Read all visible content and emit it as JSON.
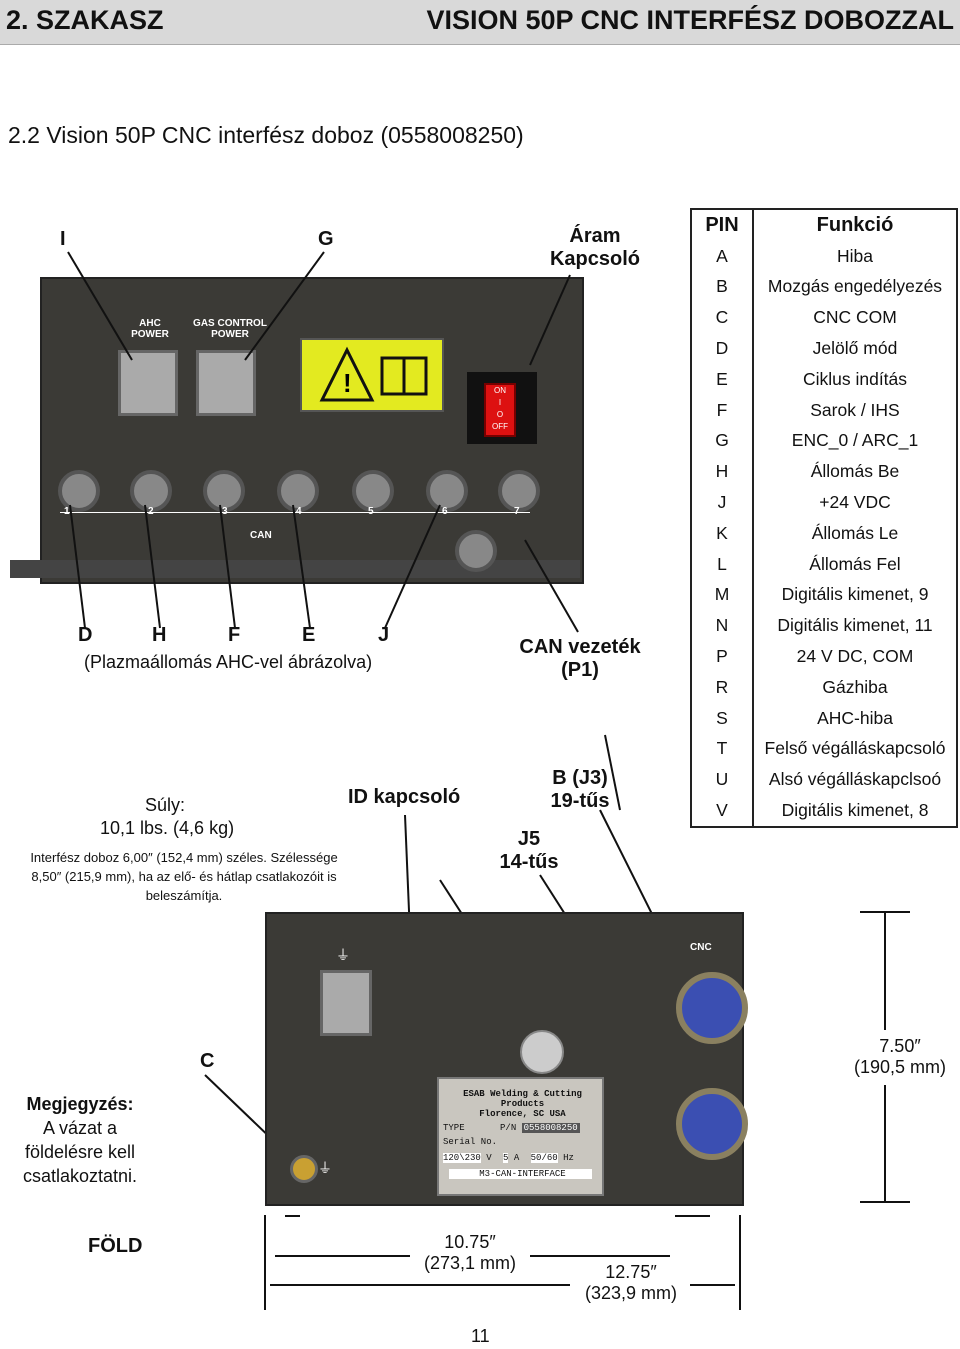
{
  "header": {
    "section": "2. SZAKASZ",
    "title": "VISION 50P CNC INTERFÉSZ DOBOZZAL"
  },
  "subtitle": "2.2 Vision 50P CNC interfész doboz (0558008250)",
  "top_labels": {
    "I": "I",
    "G": "G",
    "aram_line1": "Áram",
    "aram_line2": "Kapcsoló",
    "D": "D",
    "H": "H",
    "F": "F",
    "E": "E",
    "J": "J",
    "plazma": "(Plazmaállomás AHC-vel ábrázolva)",
    "can_vezetek_line1": "CAN vezeték",
    "can_vezetek_line2": "(P1)",
    "suly_label": "Súly:",
    "suly_value": "10,1 lbs. (4,6 kg)",
    "dim_note_line1": "Interfész doboz 6,00″ (152,4 mm) széles. Szélessége",
    "dim_note_line2": "8,50″ (215,9 mm), ha az elő- és hátlap csatlakozóit is",
    "dim_note_line3": "beleszámítja.",
    "id_kapcsolo": "ID kapcsoló",
    "b_j3_line1": "B  (J3)",
    "b_j3_line2": "19-tűs",
    "j5_line1": "J5",
    "j5_line2": "14-tűs"
  },
  "panel_top": {
    "ahc_label_1": "AHC",
    "ahc_label_2": "POWER",
    "gas_label_1": "GAS CONTROL",
    "gas_label_2": "POWER",
    "switch_on": "ON",
    "switch_i": "I",
    "switch_o": "O",
    "switch_off": "OFF",
    "ports": [
      "1",
      "2",
      "3",
      "4",
      "5",
      "6",
      "7"
    ],
    "can_label": "CAN"
  },
  "pin_table": {
    "header_pin": "PIN",
    "header_func": "Funkció",
    "rows": [
      {
        "pin": "A",
        "func": "Hiba"
      },
      {
        "pin": "B",
        "func": "Mozgás engedélyezés"
      },
      {
        "pin": "C",
        "func": "CNC COM"
      },
      {
        "pin": "D",
        "func": "Jelölő mód"
      },
      {
        "pin": "E",
        "func": "Ciklus indítás"
      },
      {
        "pin": "F",
        "func": "Sarok / IHS"
      },
      {
        "pin": "G",
        "func": "ENC_0 / ARC_1"
      },
      {
        "pin": "H",
        "func": "Állomás Be"
      },
      {
        "pin": "J",
        "func": "+24 VDC"
      },
      {
        "pin": "K",
        "func": "Állomás Le"
      },
      {
        "pin": "L",
        "func": "Állomás Fel"
      },
      {
        "pin": "M",
        "func": "Digitális kimenet, 9"
      },
      {
        "pin": "N",
        "func": "Digitális kimenet, 11"
      },
      {
        "pin": "P",
        "func": "24 V DC, COM"
      },
      {
        "pin": "R",
        "func": "Gázhiba"
      },
      {
        "pin": "S",
        "func": "AHC-hiba"
      },
      {
        "pin": "T",
        "func": "Felső végálláskapcsoló"
      },
      {
        "pin": "U",
        "func": "Alsó végálláskapclsoó"
      },
      {
        "pin": "V",
        "func": "Digitális kimenet, 8"
      }
    ]
  },
  "bottom": {
    "C": "C",
    "megjegyzes_title": "Megjegyzés:",
    "megjegyzes_line1": "A vázat a",
    "megjegyzes_line2": "földelésre kell",
    "megjegyzes_line3": "csatlakoztatni.",
    "fold": "FÖLD",
    "cnc_label": "CNC",
    "dim_right_1": "7.50″",
    "dim_right_2": "(190,5 mm)",
    "dim_mid_1": "10.75″",
    "dim_mid_2": "(273,1 mm)",
    "dim_long_1": "12.75″",
    "dim_long_2": "(323,9 mm)",
    "nameplate": {
      "line1": "ESAB Welding & Cutting Products",
      "line2": "Florence, SC USA",
      "type": "TYPE",
      "pn": "P/N",
      "pn_value": "0558008250",
      "serial": "Serial No.",
      "voltage": "120\\230",
      "v": "V",
      "amps": "5",
      "a": "A",
      "hz": "50/60",
      "hz_unit": "Hz",
      "model": "M3-CAN-INTERFACE"
    }
  },
  "page_number": "11"
}
